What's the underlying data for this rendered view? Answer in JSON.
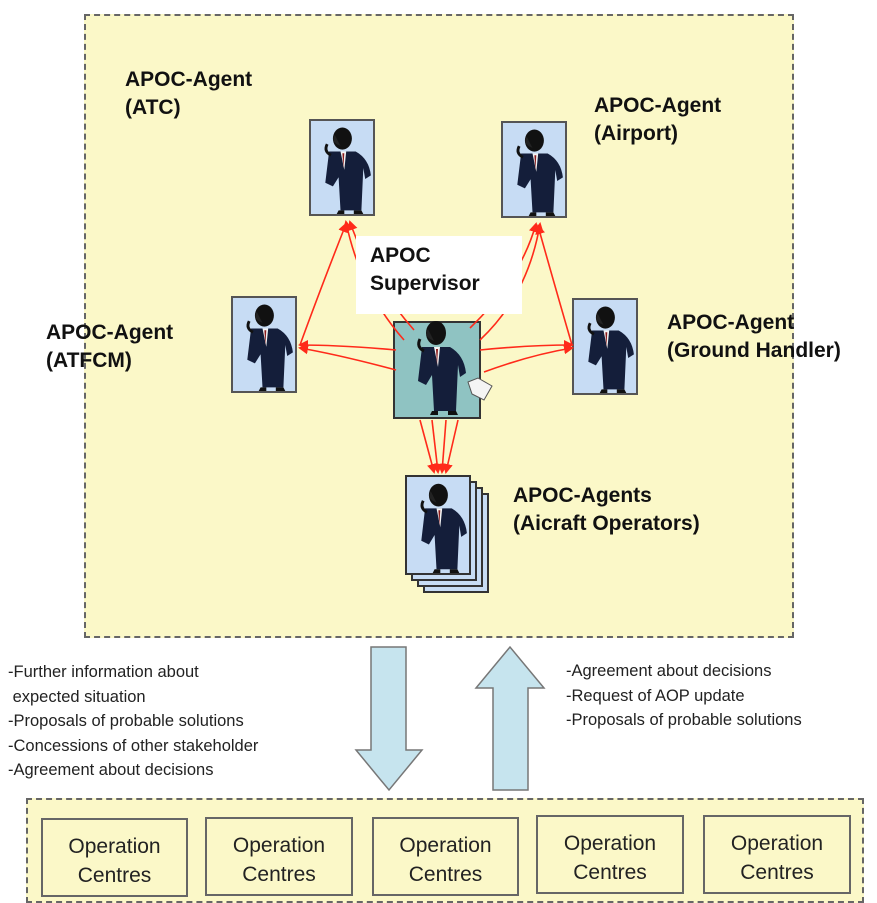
{
  "agents": {
    "atc": "APOC-Agent\n(ATC)",
    "airport": "APOC-Agent\n(Airport)",
    "atfcm": "APOC-Agent\n(ATFCM)",
    "ground_handler": "APOC-Agent\n(Ground Handler)",
    "aircraft_operators": "APOC-Agents\n(Aicraft Operators)"
  },
  "supervisor": "APOC\nSupervisor",
  "downward_notes": "-Further information about\n expected situation\n-Proposals of probable solutions\n-Concessions of other stakeholder\n-Agreement about decisions",
  "upward_notes": "-Agreement about decisions\n-Request of AOP update\n-Proposals of probable solutions",
  "operation_centres": [
    "Operation\nCentres",
    "Operation\nCentres",
    "Operation\nCentres",
    "Operation\nCentres",
    "Operation\nCentres"
  ],
  "colors": {
    "box_fill": "#fbf8c8",
    "arrow_red": "#ff2a1a",
    "big_arrow_fill": "#c6e4ee",
    "figure_bg": "#c7dcf4",
    "supervisor_bg": "#8fc3c2"
  }
}
